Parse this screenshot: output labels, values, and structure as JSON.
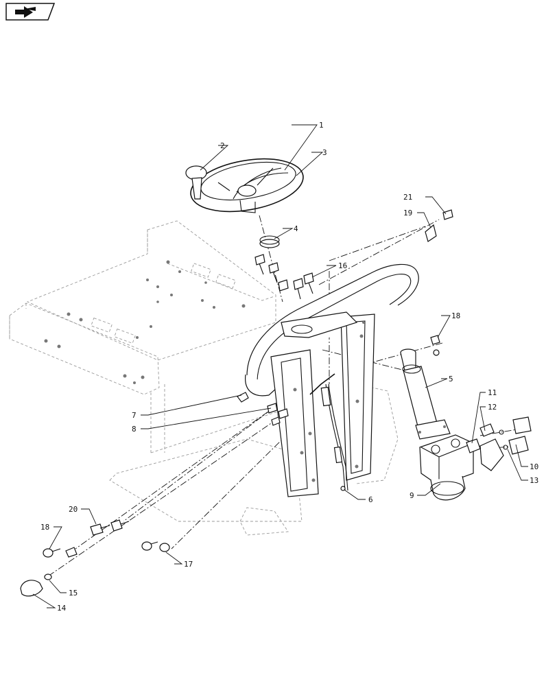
{
  "nav_icon": "next-page-arrow-icon",
  "callouts": [
    {
      "id": "callout-1",
      "label": "1"
    },
    {
      "id": "callout-2",
      "label": "2"
    },
    {
      "id": "callout-3",
      "label": "3"
    },
    {
      "id": "callout-4",
      "label": "4"
    },
    {
      "id": "callout-5",
      "label": "5"
    },
    {
      "id": "callout-6",
      "label": "6"
    },
    {
      "id": "callout-7",
      "label": "7"
    },
    {
      "id": "callout-8",
      "label": "8"
    },
    {
      "id": "callout-9",
      "label": "9"
    },
    {
      "id": "callout-10",
      "label": "10"
    },
    {
      "id": "callout-11",
      "label": "11"
    },
    {
      "id": "callout-12",
      "label": "12"
    },
    {
      "id": "callout-13",
      "label": "13"
    },
    {
      "id": "callout-14",
      "label": "14"
    },
    {
      "id": "callout-15",
      "label": "15"
    },
    {
      "id": "callout-16",
      "label": "16"
    },
    {
      "id": "callout-17",
      "label": "17"
    },
    {
      "id": "callout-18a",
      "label": "18"
    },
    {
      "id": "callout-18b",
      "label": "18"
    },
    {
      "id": "callout-19",
      "label": "19"
    },
    {
      "id": "callout-20",
      "label": "20"
    },
    {
      "id": "callout-21",
      "label": "21"
    }
  ]
}
